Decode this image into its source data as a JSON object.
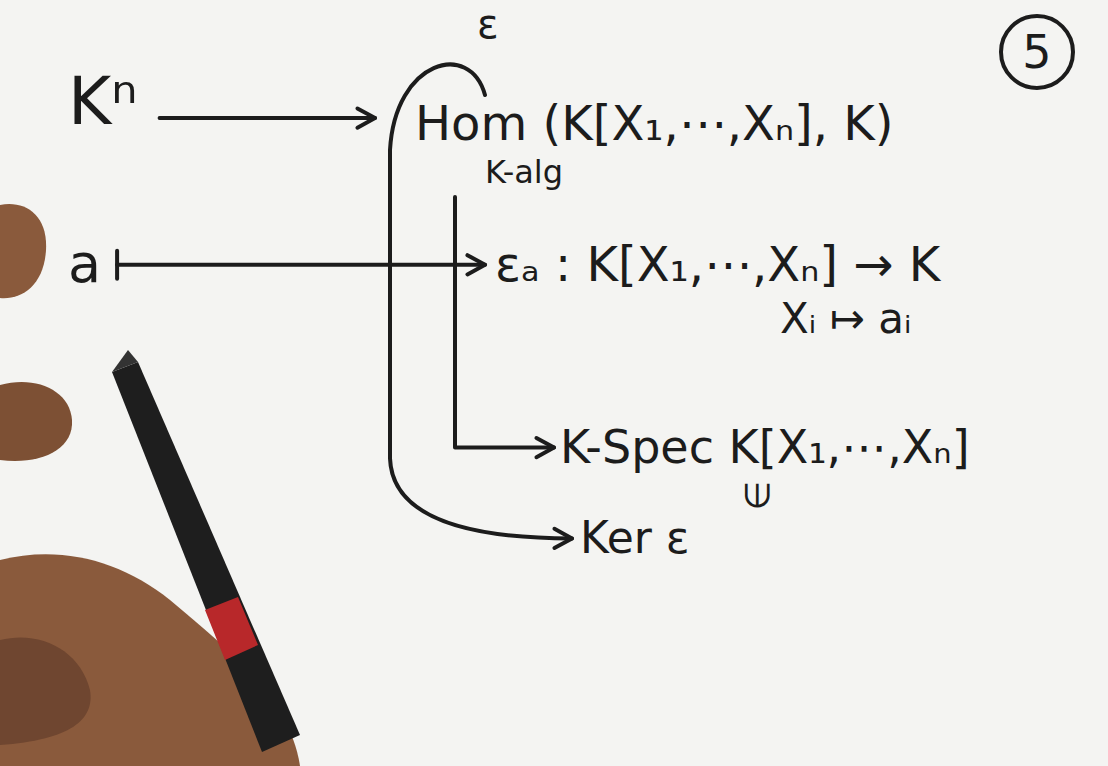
{
  "diagram": {
    "nodes": [
      {
        "text": [
          "Kⁿ"
        ]
      },
      {
        "text": [
          "Hom (K[X₁,⋯,Xₙ], K)",
          "K-alg"
        ]
      },
      {
        "text": [
          "a"
        ]
      },
      {
        "text": [
          "εₐ : K[X₁,⋯,Xₙ] → K",
          "Xᵢ ↦ aᵢ"
        ]
      },
      {
        "text": [
          "K-Spec K[X₁,⋯,Xₙ]"
        ]
      },
      {
        "text": [
          "Ker ε"
        ]
      }
    ],
    "edges": [
      {
        "from": 0,
        "to": 1,
        "arrow": "to"
      },
      {
        "from": 2,
        "to": 3,
        "arrow": "to"
      },
      {
        "from": 1,
        "to": 4,
        "arrow": "to"
      },
      {
        "from": 1,
        "to": 5,
        "arrow": "to",
        "label": "ε"
      }
    ],
    "labels": [
      "5",
      "∈"
    ]
  }
}
